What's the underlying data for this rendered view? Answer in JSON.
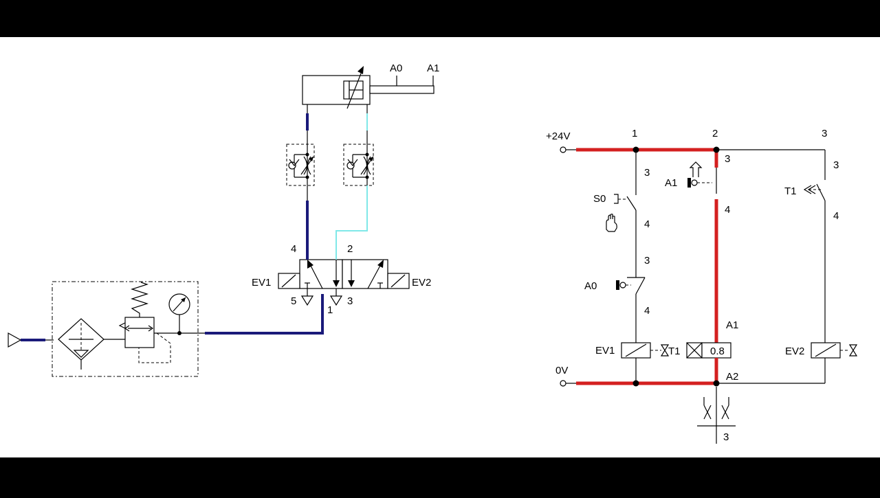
{
  "colors": {
    "background": "#ffffff",
    "letterbox": "#000000",
    "pressure_line": "#1a1a7a",
    "exhaust_line": "#7fe8e8",
    "energized_wire": "#d42020",
    "wire": "#000000"
  },
  "pneumatic": {
    "cylinder_labels": {
      "a0": "A0",
      "a1": "A1"
    },
    "valve": {
      "port_4": "4",
      "port_2": "2",
      "port_5": "5",
      "port_1": "1",
      "port_3": "3",
      "solenoid_left": "EV1",
      "solenoid_right": "EV2"
    }
  },
  "electrical": {
    "supply_pos": "+24V",
    "supply_neg": "0V",
    "rungs": [
      "1",
      "2",
      "3"
    ],
    "labels": {
      "r1_s0_top": "3",
      "s0": "S0",
      "r1_s0_bottom": "4",
      "r1_a0_top": "3",
      "a0": "A0",
      "r1_a0_bottom": "4",
      "ev1": "EV1",
      "ev1_ref": "T1",
      "r2_top": "3",
      "a1": "A1",
      "r2_bottom": "4",
      "coil_a1": "A1",
      "coil_a2": "A2",
      "timer_value": "0.8",
      "timer_contact_ref": "3",
      "r3_top": "3",
      "t1": "T1",
      "r3_bottom": "4",
      "ev2": "EV2"
    }
  }
}
